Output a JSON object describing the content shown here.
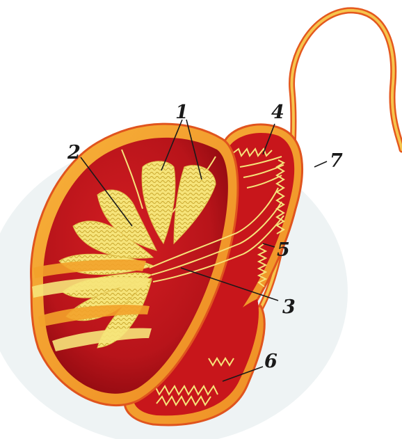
{
  "diagram": {
    "callouts": [
      {
        "id": "1",
        "label": "1"
      },
      {
        "id": "2",
        "label": "2"
      },
      {
        "id": "3",
        "label": "3"
      },
      {
        "id": "4",
        "label": "4"
      },
      {
        "id": "5",
        "label": "5"
      },
      {
        "id": "6",
        "label": "6"
      },
      {
        "id": "7",
        "label": "7"
      }
    ],
    "colors": {
      "capsule": "#f3a22a",
      "capsule_edge": "#e0541e",
      "body": "#c8161b",
      "body_dark": "#8f0a10",
      "tubule": "#f6e47a",
      "tubule_line": "#c9a62c",
      "ink": "#1a1a1a"
    }
  }
}
